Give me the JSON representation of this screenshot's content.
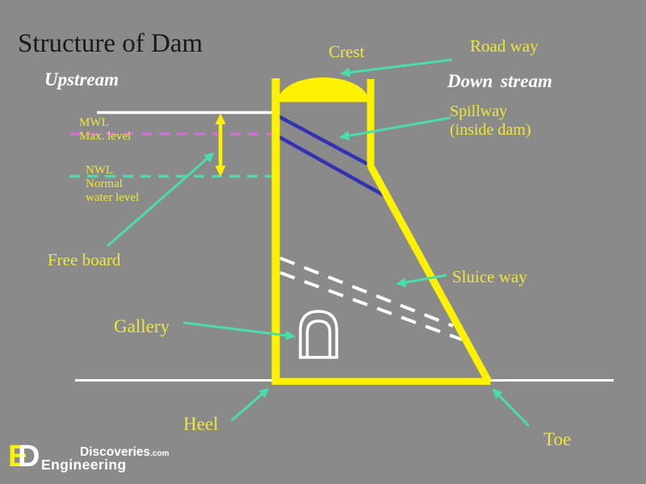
{
  "slide": {
    "title": "Structure of Dam"
  },
  "regions": {
    "upstream": "Upstream",
    "downstream": "Down stream"
  },
  "labels": {
    "crest": "Crest",
    "roadway": "Road way",
    "spillway": [
      "Spillway",
      "(inside dam)"
    ],
    "mwl": [
      "MWL",
      "Max. level"
    ],
    "nwl": [
      "NWL",
      "Normal",
      "water level"
    ],
    "freeboard": "Free board",
    "gallery": "Gallery",
    "sluiceway": "Sluice way",
    "heel": "Heel",
    "toe": "Toe"
  },
  "watermark": {
    "mark_e": "E",
    "mark_d": "D",
    "brand": "Discoveries",
    "brand_suffix": ".com",
    "brand_line2": "Engineering"
  },
  "colors": {
    "background": "#8A8A8A",
    "dam_yellow": "#FFF200",
    "text_yellow": "#EDE73E",
    "title_black": "#1A1A1A",
    "white": "#FFFFFF",
    "arrow_spring": "#4BDCAC",
    "mwl_magenta": "#CE6FD2",
    "spillway_blue": "#3232B2"
  }
}
